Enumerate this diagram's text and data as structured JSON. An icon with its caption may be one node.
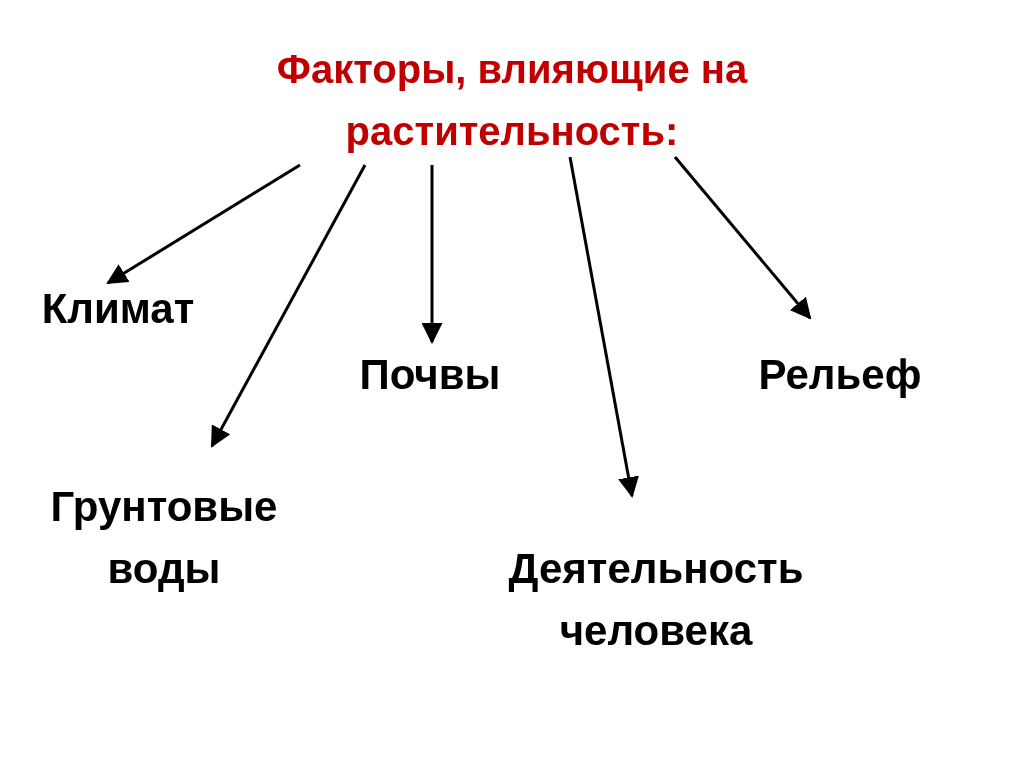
{
  "diagram": {
    "nodes": [
      {
        "text": [
          "Факторы, влияющие на растительность:"
        ]
      },
      {
        "text": [
          "Климат"
        ]
      },
      {
        "text": [
          "Почвы"
        ]
      },
      {
        "text": [
          "Рельеф"
        ]
      },
      {
        "text": [
          "Грунтовые воды"
        ]
      },
      {
        "text": [
          "Деятельность человека"
        ]
      }
    ],
    "edges": [
      {
        "from": 0,
        "to": 1,
        "arrow": "to"
      },
      {
        "from": 0,
        "to": 4,
        "arrow": "to"
      },
      {
        "from": 0,
        "to": 2,
        "arrow": "to"
      },
      {
        "from": 0,
        "to": 5,
        "arrow": "to"
      },
      {
        "from": 0,
        "to": 3,
        "arrow": "to"
      }
    ]
  }
}
